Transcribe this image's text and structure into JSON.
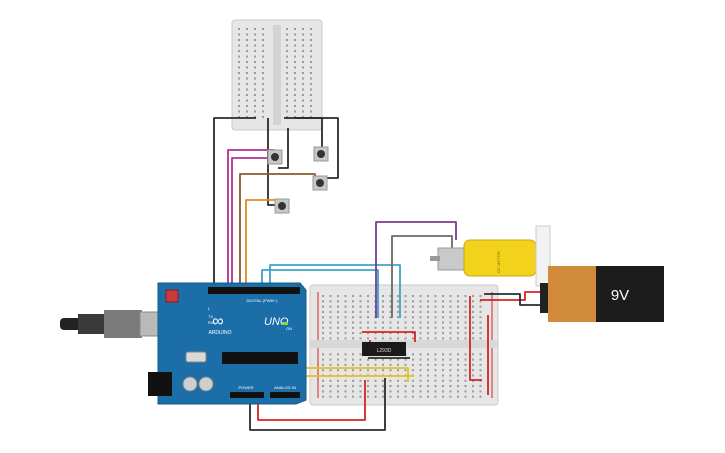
{
  "arduino": {
    "brand": "ARDUINO",
    "model": "UNO",
    "label_digital": "DIGITAL (PWM~)",
    "label_power": "POWER",
    "label_analog": "ANALOG IN",
    "label_on": "ON",
    "label_tx": "TX",
    "label_rx": "RX",
    "label_l": "L",
    "logo_symbol": "∞",
    "board_color": "#1b6ea8"
  },
  "driver_chip": {
    "label": "L293D"
  },
  "battery": {
    "label": "9V"
  },
  "motor": {
    "label": "DC MOTOR",
    "body_color": "#f2d21b"
  },
  "colors": {
    "wire_black": "#2b2b2b",
    "wire_purple": "#7b3a8f",
    "wire_magenta": "#b0328d",
    "wire_brown": "#8a5a2b",
    "wire_orange": "#e08a1e",
    "wire_blue": "#3fa2c9",
    "wire_yellow": "#e4c21c",
    "wire_red": "#d42424",
    "wire_gray": "#6a6a6a"
  }
}
